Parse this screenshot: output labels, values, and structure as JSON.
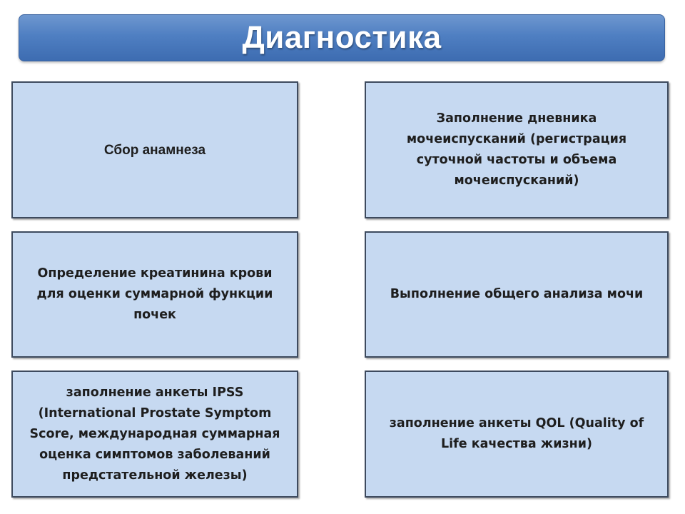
{
  "title": "Диагностика",
  "boxes": [
    "Сбор анамнеза",
    "Заполнение дневника мочеиспусканий (регистрация суточной частоты и объема мочеиспусканий)",
    "Определение креатинина крови для оценки суммарной функции почек",
    "Выполнение общего анализа мочи",
    "заполнение анкеты IPSS (International Prostate Symptom Score, международная суммарная оценка симптомов заболеваний предстательной железы)",
    "заполнение анкеты QOL (Quality of Life качества жизни)"
  ]
}
